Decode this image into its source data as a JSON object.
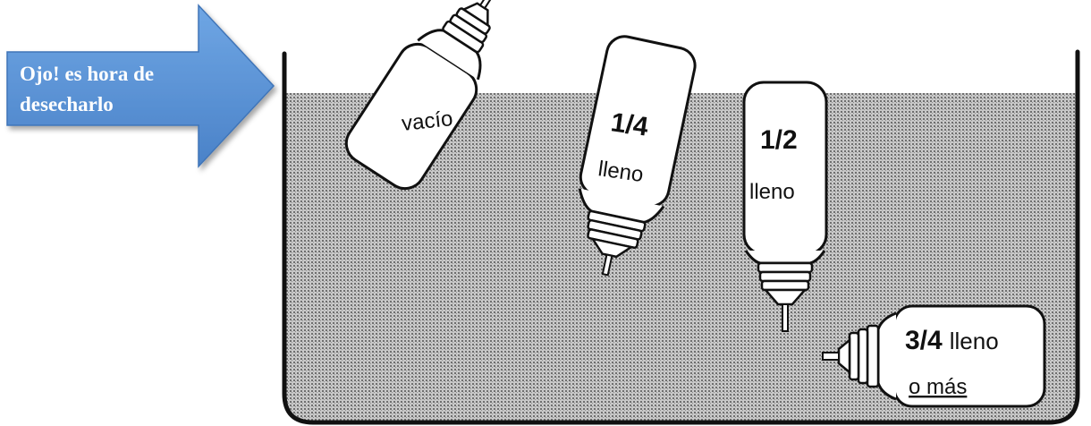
{
  "callout": {
    "line1": "Ojo! es hora de",
    "line2": "desecharlo",
    "arrow_color": "#5b93d6"
  },
  "bottles": [
    {
      "level": "empty",
      "label": "vacío"
    },
    {
      "level": "quarter",
      "fraction": "1/4",
      "label": "lleno"
    },
    {
      "level": "half",
      "fraction": "1/2",
      "label": "lleno"
    },
    {
      "level": "three-quarters",
      "fraction": "3/4",
      "label_line1": "lleno",
      "label_line2": "o más"
    }
  ]
}
